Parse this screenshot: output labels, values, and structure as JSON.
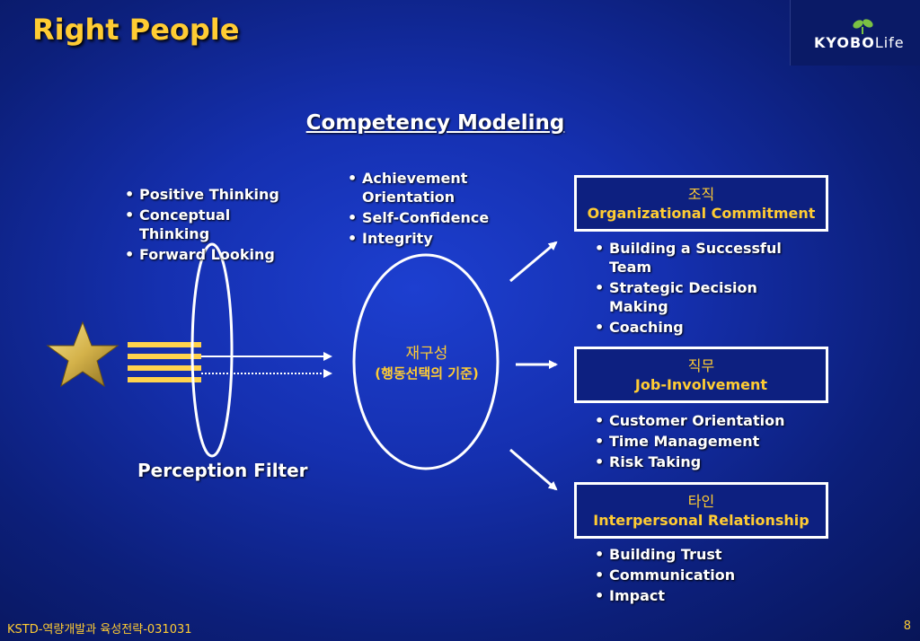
{
  "slide": {
    "title": "Right People",
    "subtitle": "Competency Modeling",
    "logo": {
      "brand": "KYOBO",
      "suffix": "Life"
    },
    "footer": "KSTD-역량개발과 육성전략-031031",
    "page_number": "8",
    "colors": {
      "accent": "#ffcc33",
      "background": "#1530b0",
      "line": "#ffffff"
    }
  },
  "left_bullets": [
    "Positive Thinking",
    "Conceptual Thinking",
    "Forward Looking"
  ],
  "center_bullets": [
    "Achievement Orientation",
    "Self-Confidence",
    "Integrity"
  ],
  "center_label": {
    "main": "재구성",
    "sub": "(행동선택의 기준)"
  },
  "filter_label": "Perception Filter",
  "boxes": [
    {
      "ko": "조직",
      "en": "Organizational Commitment",
      "bullets": [
        "Building a Successful Team",
        "Strategic Decision Making",
        "Coaching"
      ]
    },
    {
      "ko": "직무",
      "en": "Job-Involvement",
      "bullets": [
        "Customer Orientation",
        "Time Management",
        "Risk Taking"
      ]
    },
    {
      "ko": "타인",
      "en": "Interpersonal Relationship",
      "bullets": [
        "Building Trust",
        "Communication",
        "Impact"
      ]
    }
  ]
}
